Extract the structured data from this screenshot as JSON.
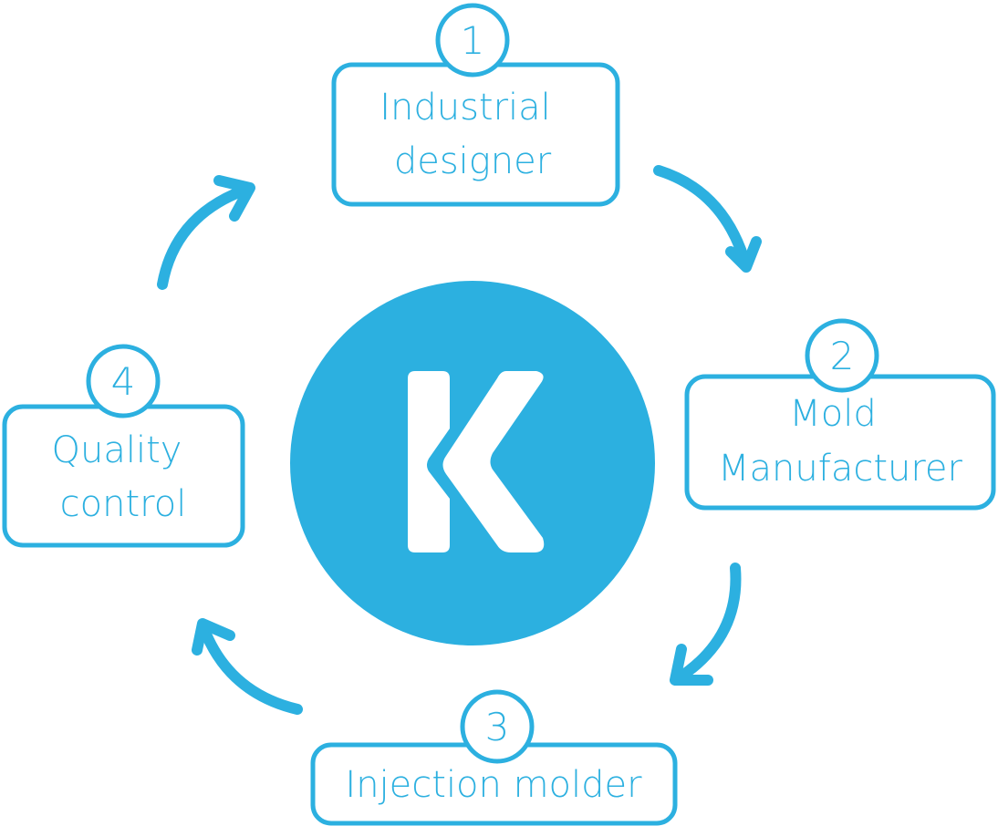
{
  "colors": {
    "accent": "#2cb0e0",
    "background": "#ffffff"
  },
  "center_logo": {
    "letter": "K",
    "icon": "k-logo-icon"
  },
  "steps": [
    {
      "number": "1",
      "lines": [
        "Industrial",
        "designer"
      ]
    },
    {
      "number": "2",
      "lines": [
        "Mold",
        "Manufacturer"
      ]
    },
    {
      "number": "3",
      "lines": [
        "Injection molder"
      ]
    },
    {
      "number": "4",
      "lines": [
        "Quality",
        "control"
      ]
    }
  ]
}
